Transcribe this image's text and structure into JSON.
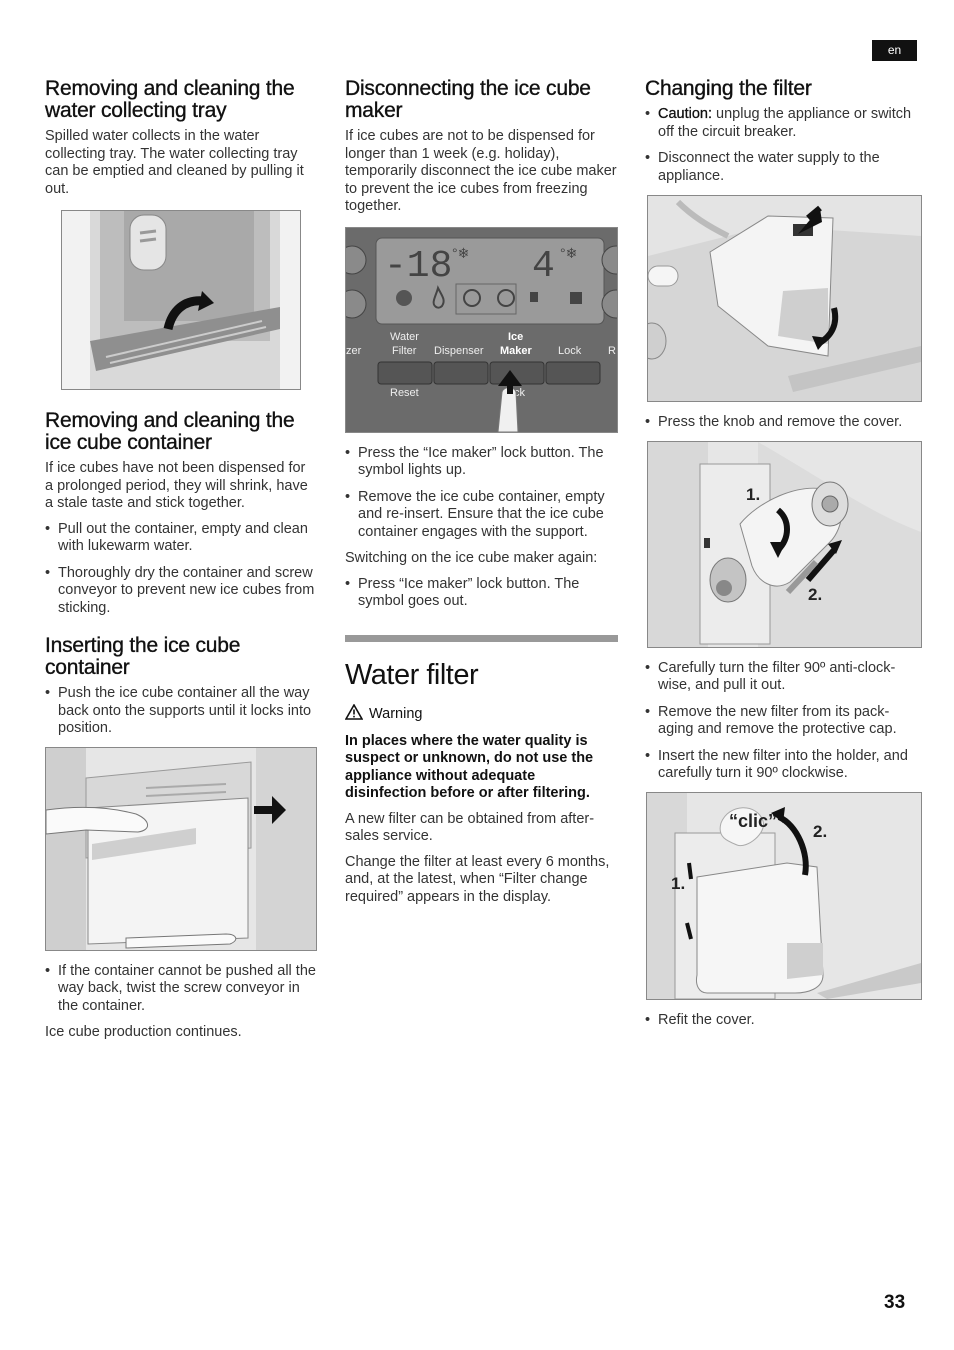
{
  "lang_tab": "en",
  "page_number": "33",
  "col1": {
    "s1_title": "Removing and cleaning the water collecting tray",
    "s1_p": "Spilled water collects in the water collecting tray. The water collecting tray can be emptied and cleaned by pulling it out.",
    "s2_title": "Removing and cleaning the ice cube container",
    "s2_p": "If ice cubes have not been dispensed for a prolonged period, they will shrink, have a stale taste and stick together.",
    "s2_bullets": [
      "Pull out the container, empty and clean with lukewarm water.",
      "Thoroughly dry the container and screw conveyor to prevent new ice cubes from sticking."
    ],
    "s3_title": "Inserting the ice cube container",
    "s3_bullet": "Push the ice cube container all the way back onto the supports until it locks into position.",
    "s3_bullet2": "If the container cannot be pushed all the way back, twist the screw conveyor in the container.",
    "s3_p": "Ice cube production continues."
  },
  "col2": {
    "s1_title": "Disconnecting the ice cube maker",
    "s1_p": "If ice cubes are not to be dispensed for longer than 1 week (e.g. holiday), temporarily disconnect the ice cube maker to prevent the ice cubes from freezing together.",
    "panel": {
      "temp_left": "-18",
      "temp_right": "4",
      "label_zer": "zer",
      "label_water": "Water",
      "label_filter": "Filter",
      "label_dispenser": "Dispenser",
      "label_ice": "Ice",
      "label_maker": "Maker",
      "label_lock": "Lock",
      "label_r": "R",
      "label_reset": "Reset",
      "label_ck": "ck"
    },
    "bullets": [
      "Press the “Ice maker” lock button. The symbol lights up.",
      "Remove the ice cube container, empty and re-insert. Ensure that the ice cube container engages with the support."
    ],
    "switch_p": "Switching on the ice cube maker again:",
    "bullet3": "Press “Ice maker” lock button. The symbol goes out.",
    "wf_title": "Water filter",
    "warning_label": "Warning",
    "warning_text": "In places where the water quality is suspect or unknown, do not use the appliance without adequate disinfection before or after filtering.",
    "p1": "A new filter can be obtained from after-sales service.",
    "p2": "Change the filter at least every 6 months, and, at the latest, when “Filter change required” appears in the display."
  },
  "col3": {
    "title": "Changing the filter",
    "caution_label": "Caution:",
    "caution_text": " unplug the appliance or switch off the circuit breaker.",
    "bullet2": "Disconnect the water supply to the appliance.",
    "bullet3": "Press the knob and remove the cover.",
    "step1": "1.",
    "step2": "2.",
    "bullets_mid": [
      "Carefully turn the filter 90º anti-clock-wise, and pull it out.",
      "Remove the new filter from its pack-aging and remove the protective cap.",
      "Insert the new filter into the holder, and carefully turn it 90º clockwise."
    ],
    "clic": "“clic”",
    "bullet_last": "Refit the cover."
  }
}
